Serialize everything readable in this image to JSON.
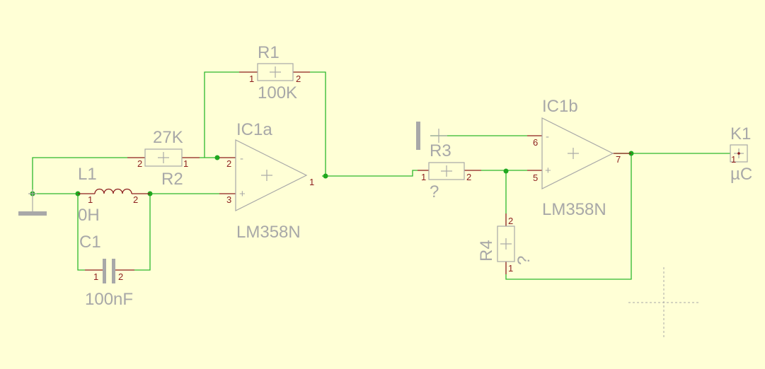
{
  "schematic": {
    "background": "#FFFFD6",
    "wire_color": "#2DB82D",
    "pin_color": "#8C1E1E",
    "body_color": "#A8A8A8",
    "components": {
      "r1": {
        "ref": "R1",
        "value": "100K",
        "pin1": "1",
        "pin2": "2"
      },
      "r2": {
        "ref": "R2",
        "value": "27K",
        "pin1": "1",
        "pin2": "2"
      },
      "r3": {
        "ref": "R3",
        "value": "?",
        "pin1": "1",
        "pin2": "2"
      },
      "r4": {
        "ref": "R4",
        "value": "?",
        "pin1": "1",
        "pin2": "2"
      },
      "l1": {
        "ref": "L1",
        "value": "0H",
        "pin1": "1",
        "pin2": "2"
      },
      "c1": {
        "ref": "C1",
        "value": "100nF",
        "pin1": "1",
        "pin2": "2"
      },
      "ic1a": {
        "ref": "IC1a",
        "value": "LM358N",
        "pin_inv": "2",
        "pin_noninv": "3",
        "pin_out": "1",
        "minus": "-",
        "plus": "+"
      },
      "ic1b": {
        "ref": "IC1b",
        "value": "LM358N",
        "pin_inv": "6",
        "pin_noninv": "5",
        "pin_out": "7",
        "minus": "-",
        "plus": "+"
      },
      "k1": {
        "ref": "K1",
        "value": "µC",
        "pin1": "1"
      }
    }
  }
}
